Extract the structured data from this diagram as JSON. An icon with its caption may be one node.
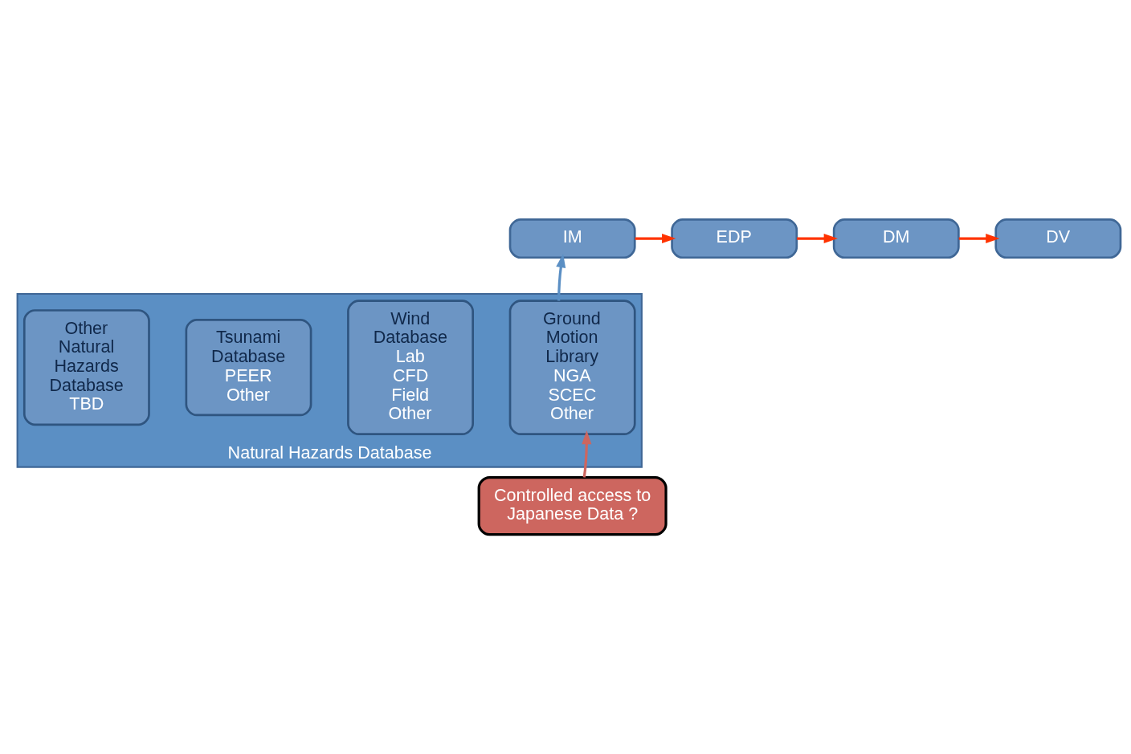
{
  "diagram": {
    "nodes": [
      {
        "text": [
          "IM"
        ]
      },
      {
        "text": [
          "EDP"
        ]
      },
      {
        "text": [
          "DM"
        ]
      },
      {
        "text": [
          "DV"
        ]
      },
      {
        "text": [
          "Natural Hazards Database"
        ]
      },
      {
        "text": [
          "Ground Motion Library",
          "NGA",
          "SCEC",
          "Other"
        ],
        "in": 4
      },
      {
        "text": [
          "Wind Database",
          "Lab",
          "CFD",
          "Field",
          "Other"
        ],
        "in": 4
      },
      {
        "text": [
          "Tsunami Database",
          "PEER",
          "Other"
        ],
        "in": 4
      },
      {
        "text": [
          "Other Natural Hazards Database",
          "TBD"
        ],
        "in": 4
      },
      {
        "text": [
          "Controlled access to Japanese Data ?"
        ]
      }
    ],
    "edges": [
      {
        "from": 0,
        "to": 1,
        "arrow": "to"
      },
      {
        "from": 1,
        "to": 2,
        "arrow": "to"
      },
      {
        "from": 2,
        "to": 3,
        "arrow": "to"
      },
      {
        "from": 5,
        "to": 0,
        "arrow": "to",
        "color": "#5b8fc4"
      },
      {
        "from": 9,
        "to": 5,
        "arrow": "to",
        "color": "#cd665f"
      }
    ]
  }
}
